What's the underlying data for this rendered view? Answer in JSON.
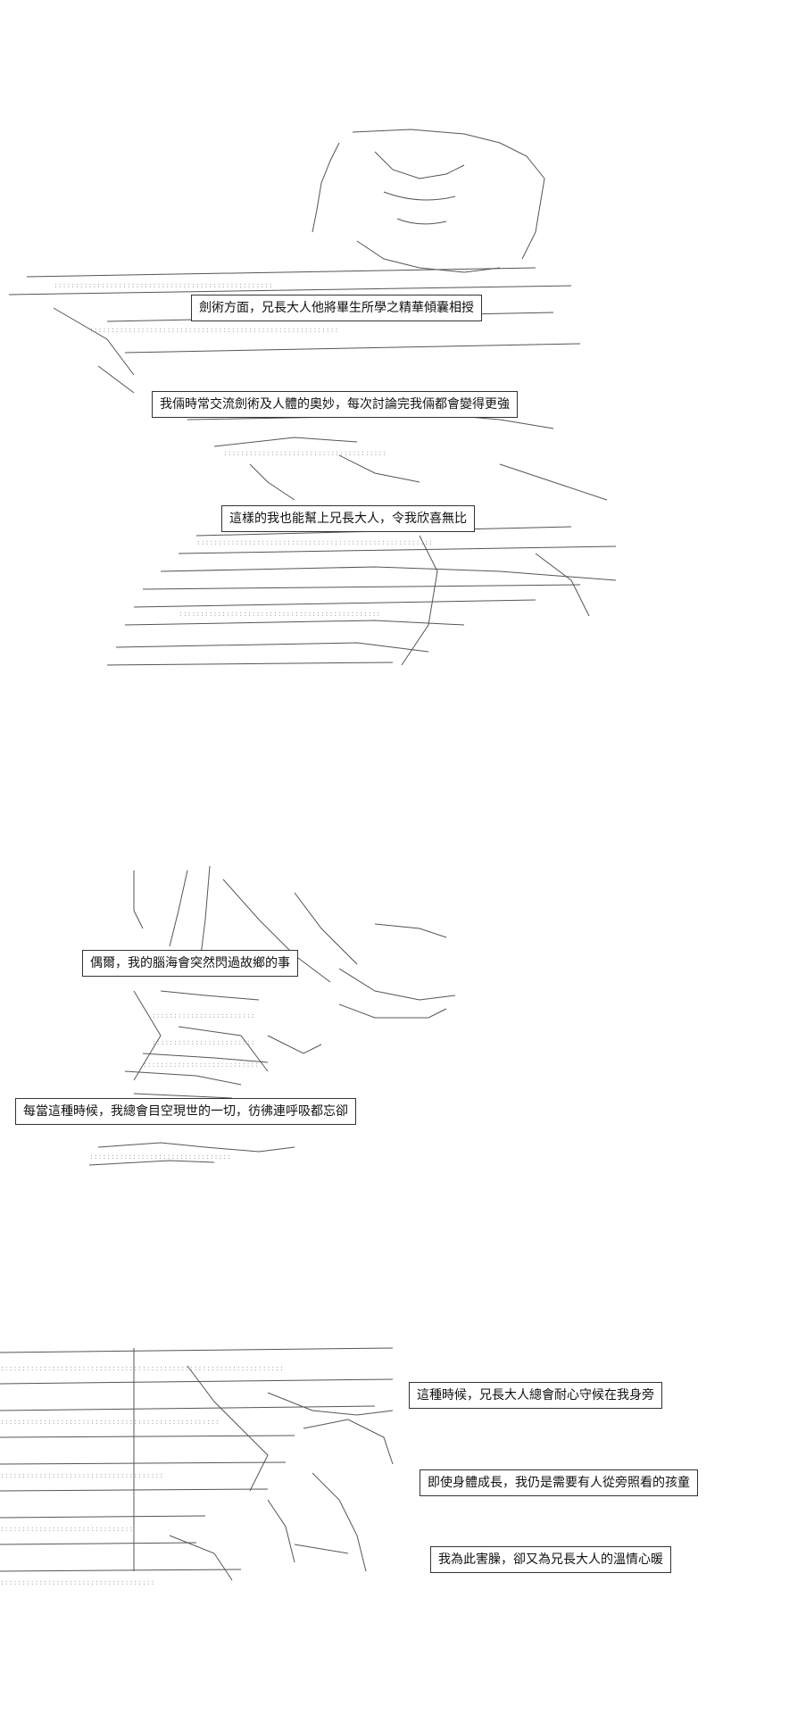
{
  "panels": [
    {
      "captions": [
        "劍術方面，兄長大人他將畢生所學之精華傾囊相授",
        "我倆時常交流劍術及人體的奧妙，每次討論完我倆都會變得更強",
        "這樣的我也能幫上兄長大人，令我欣喜無比"
      ]
    },
    {
      "captions": [
        "偶爾，我的腦海會突然閃過故鄉的事",
        "每當這種時候，我總會目空現世的一切，彷彿連呼吸都忘卻"
      ]
    },
    {
      "captions": [
        "這種時候，兄長大人總會耐心守候在我身旁",
        "即使身體成長，我仍是需要有人從旁照看的孩童",
        "我為此害臊，卻又為兄長大人的溫情心暖"
      ]
    }
  ]
}
